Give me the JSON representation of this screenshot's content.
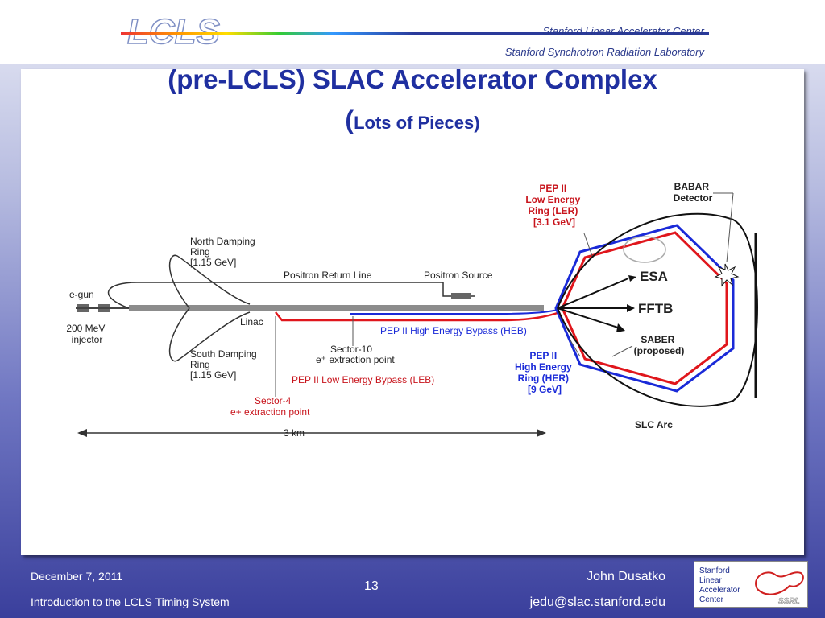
{
  "header": {
    "logo_text": "LCLS",
    "org_line1": "Stanford Linear Accelerator Center",
    "org_line2": "Stanford Synchrotron Radiation Laboratory"
  },
  "slide": {
    "title": "(pre-LCLS) SLAC Accelerator Complex",
    "subtitle_paren_open": "(",
    "subtitle_text": "Lots of Pieces)"
  },
  "diagram": {
    "labels": {
      "north_ring": [
        "North Damping",
        "Ring",
        "[1.15 GeV]"
      ],
      "south_ring": [
        "South Damping",
        "Ring",
        "[1.15 GeV]"
      ],
      "egun": "e-gun",
      "injector": [
        "200 MeV",
        "injector"
      ],
      "positron_return": "Positron Return Line",
      "positron_source": "Positron Source",
      "linac": "Linac",
      "heb": "PEP II High Energy Bypass (HEB)",
      "sector10": [
        "Sector-10",
        "e⁺ extraction point"
      ],
      "leb": "PEP II Low Energy Bypass (LEB)",
      "sector4": [
        "Sector-4",
        "e+ extraction point"
      ],
      "distance": "3 km",
      "ler": [
        "PEP II",
        "Low Energy",
        "Ring (LER)",
        "[3.1 GeV]"
      ],
      "babar": [
        "BABAR",
        "Detector"
      ],
      "esa": "ESA",
      "fftb": "FFTB",
      "saber": [
        "SABER",
        "(proposed)"
      ],
      "her": [
        "PEP II",
        "High Energy",
        "Ring (HER)",
        "[9 GeV]"
      ],
      "slc_arc": "SLC Arc"
    },
    "colors": {
      "her_blue": "#1a2ad8",
      "ler_red": "#e0161c",
      "label_red": "#c8141c",
      "label_blue": "#1a2ad8"
    }
  },
  "footer": {
    "date": "December 7, 2011",
    "topic": "Introduction to the LCLS Timing System",
    "page_number": "13",
    "author": "John Dusatko",
    "email": "jedu@slac.stanford.edu",
    "slac_logo": [
      "Stanford",
      "Linear",
      "Accelerator",
      "Center"
    ],
    "ssrl_logo": "SSRL"
  }
}
